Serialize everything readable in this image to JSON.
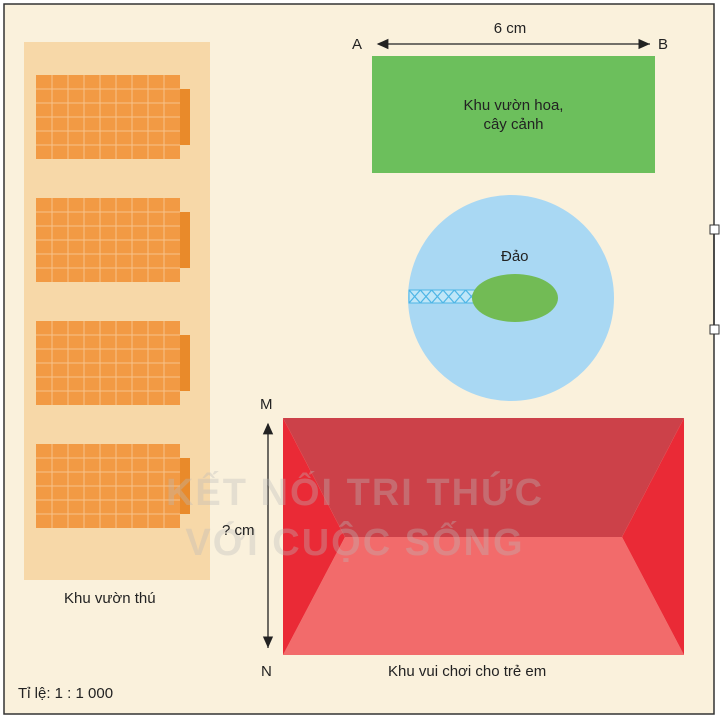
{
  "zoo": {
    "label": "Khu vườn thú"
  },
  "garden": {
    "label_line1": "Khu vườn hoa,",
    "label_line2": "cây cảnh"
  },
  "dimension_ab": {
    "start": "A",
    "end": "B",
    "length": "6 cm"
  },
  "island": {
    "label": "Đảo"
  },
  "dimension_mn": {
    "start": "M",
    "end": "N",
    "length": "? cm"
  },
  "playground": {
    "label": "Khu vui chơi cho trẻ em"
  },
  "scale": {
    "text": "Tỉ lệ: 1 : 1 000"
  },
  "watermark": {
    "line1": "KẾT NỐI TRI THỨC",
    "line2": "VỚI CUỘC SỐNG"
  },
  "colors": {
    "background": "#faf1dc",
    "zoo_zone": "#f7d8a8",
    "building": "#f29a44",
    "building_grid": "#f7c28a",
    "building_tab": "#e98a2a",
    "garden": "#6cbf5c",
    "lake": "#a9d8f3",
    "island": "#72bb55",
    "bridge": "#5bc0eb",
    "roof_top": "#cc4149",
    "roof_bottom": "#f26b6b",
    "roof_side": "#ea2a36"
  }
}
